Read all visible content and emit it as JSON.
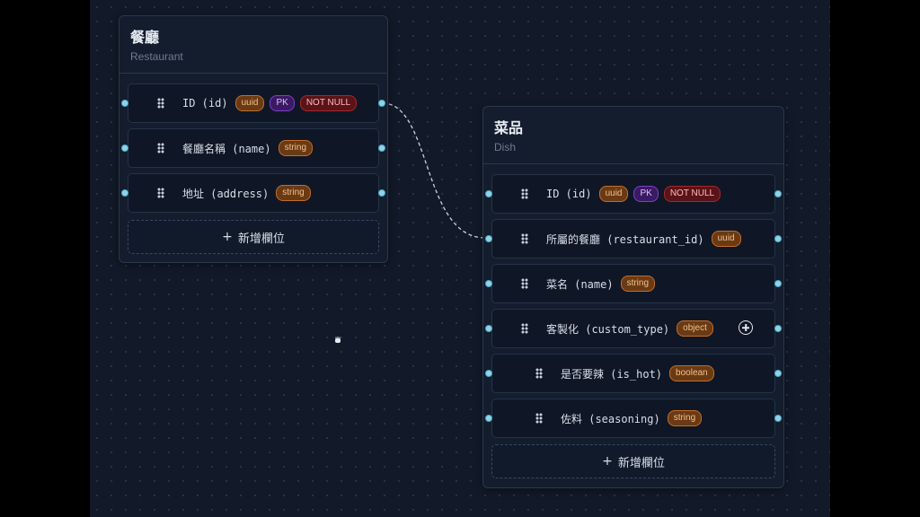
{
  "tables": [
    {
      "title": "餐廳",
      "subtitle": "Restaurant",
      "fields": [
        {
          "name": "ID (id)",
          "badges": [
            {
              "text": "uuid",
              "kind": "type"
            },
            {
              "text": "PK",
              "kind": "pk"
            },
            {
              "text": "NOT NULL",
              "kind": "nn"
            }
          ]
        },
        {
          "name": "餐廳名稱 (name)",
          "badges": [
            {
              "text": "string",
              "kind": "type"
            }
          ]
        },
        {
          "name": "地址 (address)",
          "badges": [
            {
              "text": "string",
              "kind": "type"
            }
          ]
        }
      ],
      "add_label": "新增欄位"
    },
    {
      "title": "菜品",
      "subtitle": "Dish",
      "fields": [
        {
          "name": "ID (id)",
          "badges": [
            {
              "text": "uuid",
              "kind": "type"
            },
            {
              "text": "PK",
              "kind": "pk"
            },
            {
              "text": "NOT NULL",
              "kind": "nn"
            }
          ]
        },
        {
          "name": "所屬的餐廳 (restaurant_id)",
          "badges": [
            {
              "text": "uuid",
              "kind": "type"
            }
          ]
        },
        {
          "name": "菜名 (name)",
          "badges": [
            {
              "text": "string",
              "kind": "type"
            }
          ]
        },
        {
          "name": "客製化 (custom_type)",
          "badges": [
            {
              "text": "object",
              "kind": "type"
            }
          ]
        },
        {
          "name": "是否要辣 (is_hot)",
          "badges": [
            {
              "text": "boolean",
              "kind": "type"
            }
          ]
        },
        {
          "name": "佐料 (seasoning)",
          "badges": [
            {
              "text": "string",
              "kind": "type"
            }
          ]
        }
      ],
      "add_label": "新增欄位"
    }
  ],
  "add_icon": "plus-icon",
  "colors": {
    "canvas": "#121a29",
    "type_badge": "#c46d2a",
    "pk_badge": "#7a3fd0",
    "not_null_badge": "#a3282f",
    "port": "#8fd3e8"
  }
}
